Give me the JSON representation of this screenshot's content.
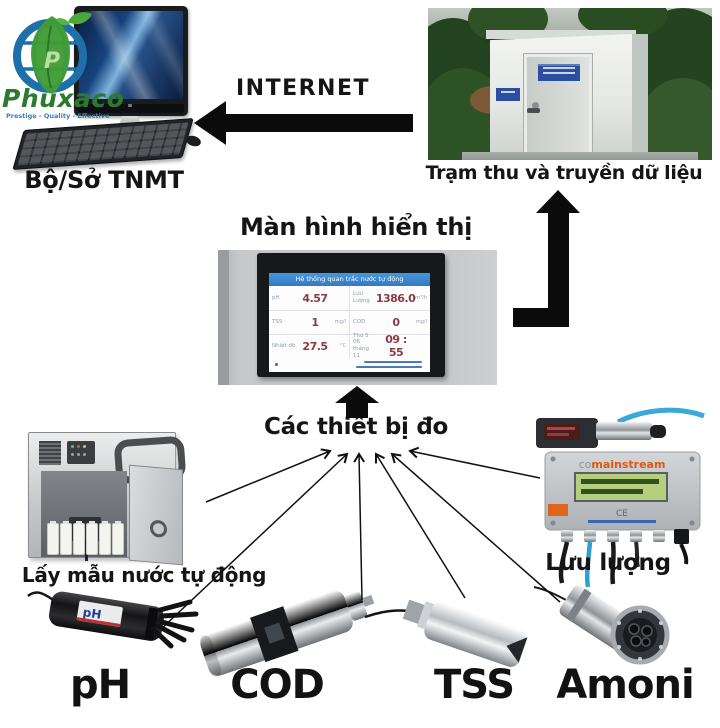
{
  "logo": {
    "brand": "Phuxaco",
    "monogram": "P",
    "tagline": "Prestige  - Quality -  Effective"
  },
  "labels": {
    "computer": "Bộ/Sở TNMT",
    "internet": "INTERNET",
    "station": "Trạm thu và truyền dữ liệu",
    "display": "Màn hình hiển thị",
    "devices": "Các thiết bị đo",
    "sampler": "Lấy mẫu nước tự động",
    "flow": "Lưu lượng"
  },
  "sensors": [
    {
      "label": "pH"
    },
    {
      "label": "COD"
    },
    {
      "label": "TSS"
    },
    {
      "label": "Amoni"
    }
  ],
  "screen": {
    "header": "Hệ thống quan trắc nước tự động",
    "rows": [
      {
        "lp": "pH",
        "lv": "4.57",
        "lu": "",
        "rp": "Lưu Lượng",
        "rv": "1386.0",
        "ru": "m³/h"
      },
      {
        "lp": "TSS",
        "lv": "1",
        "lu": "mg/l",
        "rp": "COD",
        "rv": "0",
        "ru": "mg/l"
      },
      {
        "lp": "Nhiệt độ",
        "lv": "27.5",
        "lu": "°C",
        "rp": "Thứ 5\n06 tháng 11",
        "rv": "09 : 55",
        "ru": ""
      }
    ]
  },
  "devices": {
    "ph_probe_text": "pH",
    "flow_brand_prefix": "co",
    "flow_brand": "mainstream",
    "flow_ce": "CE"
  },
  "colors": {
    "arrow_black": "#111111",
    "screen_header_blue": "#3d8fd6",
    "screen_value_maroon": "#8d3a44",
    "brand_green": "#2c7a2e",
    "globe_blue": "#1f6fa8",
    "flow_orange": "#e05810",
    "cable_blue": "#3aa8d8"
  }
}
